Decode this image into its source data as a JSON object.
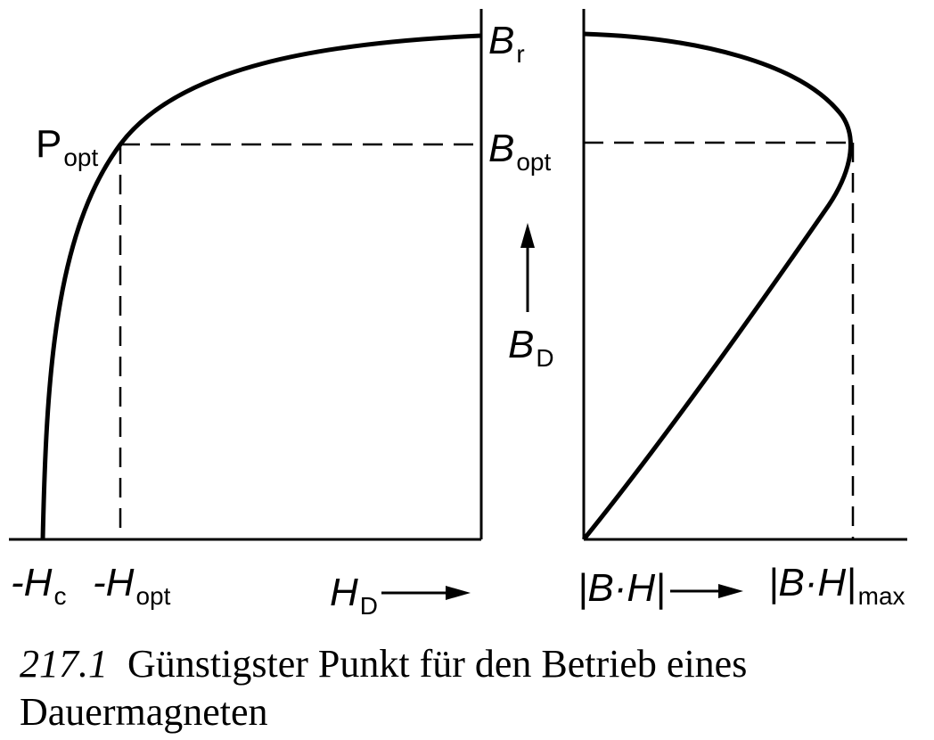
{
  "labels": {
    "br_main": "B",
    "br_sub": "r",
    "bopt_main": "B",
    "bopt_sub": "opt",
    "popt_main": "P",
    "popt_sub": "opt",
    "bd_main": "B",
    "bd_sub": "D",
    "hc_main": "-H",
    "hc_sub": "c",
    "hopt_main": "-H",
    "hopt_sub": "opt",
    "hd_main": "H",
    "hd_sub": "D",
    "bh_axis": "|B·H|",
    "bhmax_main": "|B·H|",
    "bhmax_sub": "max"
  },
  "caption": {
    "number": "217.1",
    "text": "Günstigster Punkt für den Betrieb eines Dauermagneten"
  }
}
